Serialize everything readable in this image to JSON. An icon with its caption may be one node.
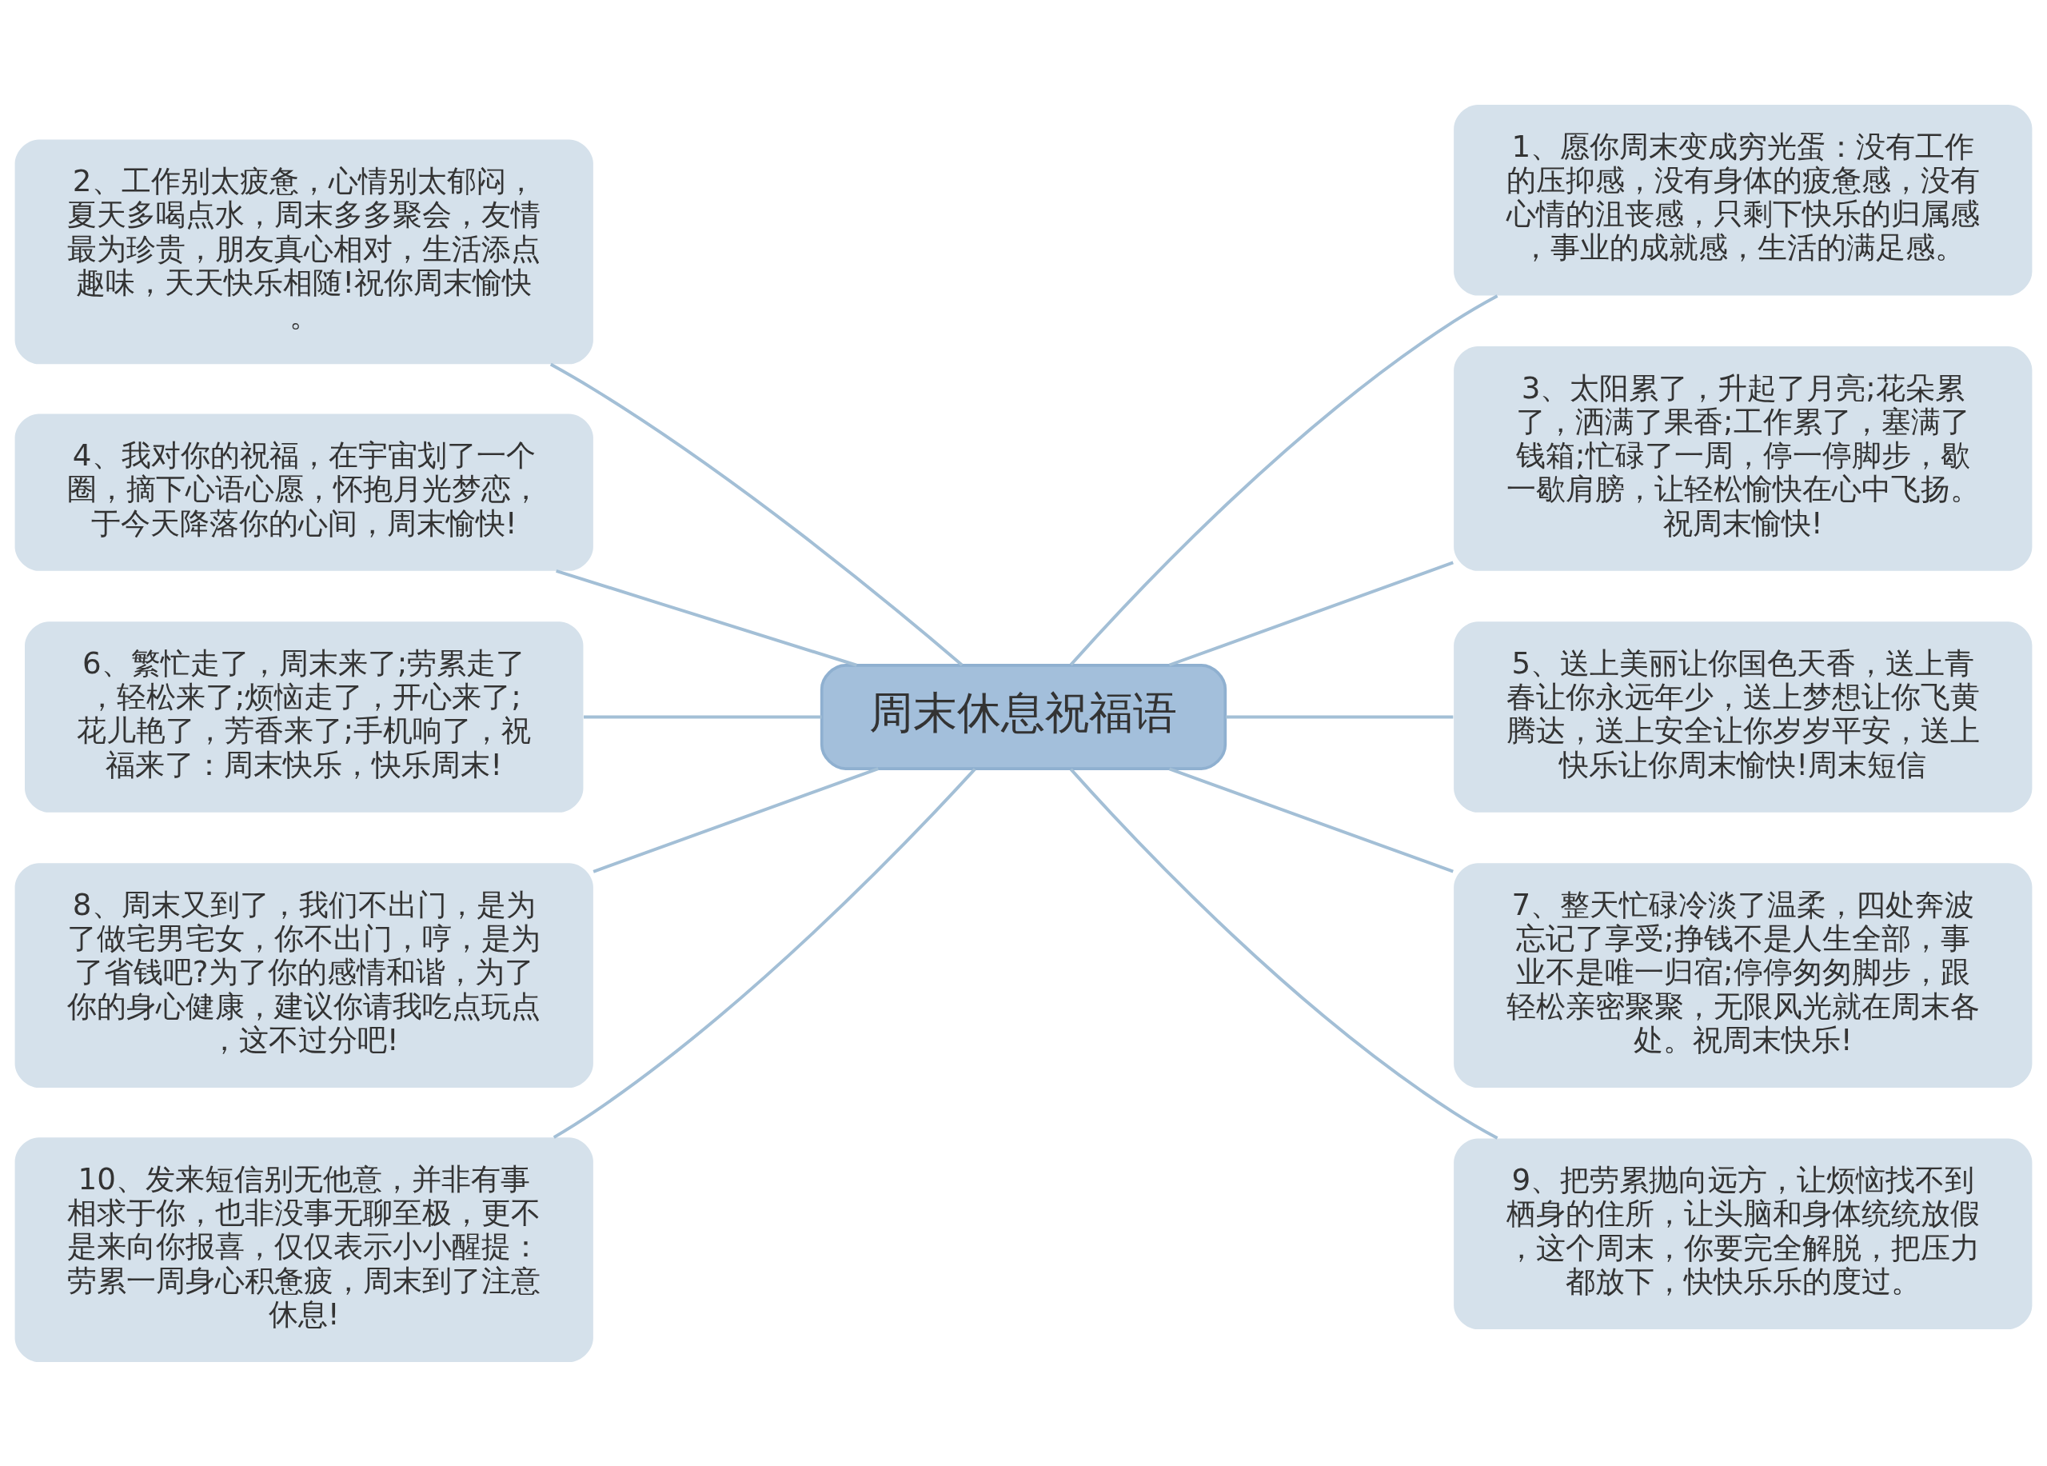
{
  "diagram": {
    "nodes": [
      {
        "text": [
          "周末休息祝福语"
        ]
      },
      {
        "text": [
          "1、愿你周末变成穷光蛋：没有工作的压抑感，没有身体的疲惫感，没有心情的沮丧感，只剩下快乐的归属感，事业的成就感，生活的满足感。"
        ]
      },
      {
        "text": [
          "2、工作别太疲惫，心情别太郁闷，夏天多喝点水，周末多多聚会，友情最为珍贵，朋友真心相对，生活添点趣味，天天快乐相随!祝你周末愉快。"
        ]
      },
      {
        "text": [
          "3、太阳累了，升起了月亮;花朵累了，洒满了果香;工作累了，塞满了钱箱;忙碌了一周，停一停脚步，歇一歇肩膀，让轻松愉快在心中飞扬。祝周末愉快!"
        ]
      },
      {
        "text": [
          "4、我对你的祝福，在宇宙划了一个圈，摘下心语心愿，怀抱月光梦恋，于今天降落你的心间，周末愉快!"
        ]
      },
      {
        "text": [
          "5、送上美丽让你国色天香，送上青春让你永远年少，送上梦想让你飞黄腾达，送上安全让你岁岁平安，送上快乐让你周末愉快!周末短信"
        ]
      },
      {
        "text": [
          "6、繁忙走了，周末来了;劳累走了，轻松来了;烦恼走了，开心来了;花儿艳了，芳香来了;手机响了，祝福来了：周末快乐，快乐周末!"
        ]
      },
      {
        "text": [
          "7、整天忙碌冷淡了温柔，四处奔波忘记了享受;挣钱不是人生全部，事业不是唯一归宿;停停匆匆脚步，跟轻松亲密聚聚，无限风光就在周末各处。祝周末快乐!"
        ]
      },
      {
        "text": [
          "8、周末又到了，我们不出门，是为了做宅男宅女，你不出门，哼，是为了省钱吧?为了你的感情和谐，为了你的身心健康，建议你请我吃点玩点，这不过分吧!"
        ]
      },
      {
        "text": [
          "9、把劳累抛向远方，让烦恼找不到栖身的住所，让头脑和身体统统放假，这个周末，你要完全解脱，把压力都放下，快快乐乐的度过。"
        ]
      },
      {
        "text": [
          "10、发来短信别无他意，并非有事相求于你，也非没事无聊至极，更不是来向你报喜，仅仅表示小小醒提：劳累一周身心积惫疲，周末到了注意休息!"
        ]
      }
    ],
    "edges": [
      {
        "from": 0,
        "to": 1,
        "arrow": "none"
      },
      {
        "from": 0,
        "to": 2,
        "arrow": "none"
      },
      {
        "from": 0,
        "to": 3,
        "arrow": "none"
      },
      {
        "from": 0,
        "to": 4,
        "arrow": "none"
      },
      {
        "from": 0,
        "to": 5,
        "arrow": "none"
      },
      {
        "from": 0,
        "to": 6,
        "arrow": "none"
      },
      {
        "from": 0,
        "to": 7,
        "arrow": "none"
      },
      {
        "from": 0,
        "to": 8,
        "arrow": "none"
      },
      {
        "from": 0,
        "to": 9,
        "arrow": "none"
      },
      {
        "from": 0,
        "to": 10,
        "arrow": "none"
      }
    ]
  }
}
